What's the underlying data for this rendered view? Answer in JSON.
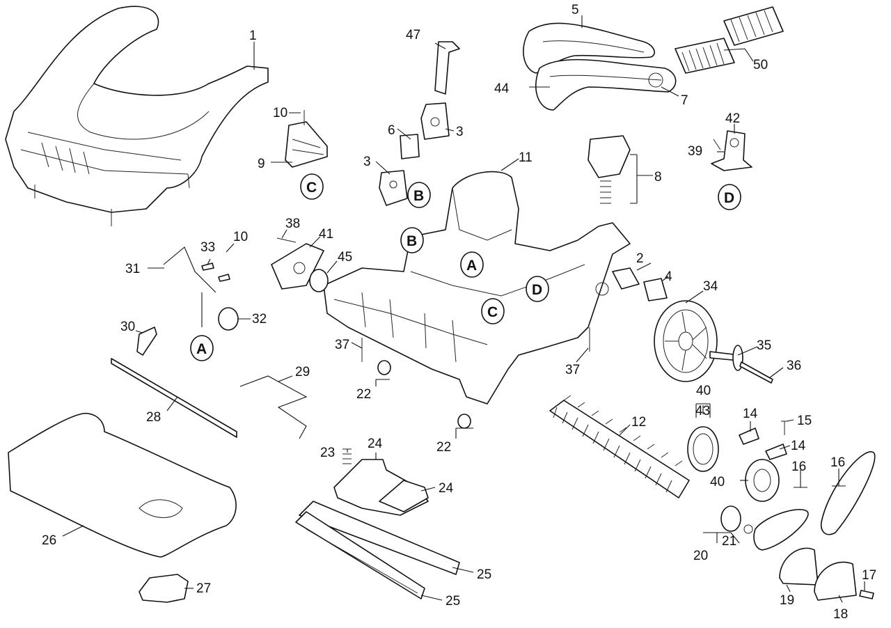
{
  "diagram": {
    "type": "exploded-parts-view",
    "callouts": [
      {
        "id": "c1",
        "text": "1"
      },
      {
        "id": "c2",
        "text": "2"
      },
      {
        "id": "c3a",
        "text": "3"
      },
      {
        "id": "c3b",
        "text": "3"
      },
      {
        "id": "c4",
        "text": "4"
      },
      {
        "id": "c5",
        "text": "5"
      },
      {
        "id": "c6",
        "text": "6"
      },
      {
        "id": "c7",
        "text": "7"
      },
      {
        "id": "c8",
        "text": "8"
      },
      {
        "id": "c9",
        "text": "9"
      },
      {
        "id": "c10a",
        "text": "10"
      },
      {
        "id": "c10b",
        "text": "10"
      },
      {
        "id": "c11",
        "text": "11"
      },
      {
        "id": "c12",
        "text": "12"
      },
      {
        "id": "c14a",
        "text": "14"
      },
      {
        "id": "c14b",
        "text": "14"
      },
      {
        "id": "c15",
        "text": "15"
      },
      {
        "id": "c16a",
        "text": "16"
      },
      {
        "id": "c16b",
        "text": "16"
      },
      {
        "id": "c17",
        "text": "17"
      },
      {
        "id": "c18",
        "text": "18"
      },
      {
        "id": "c19",
        "text": "19"
      },
      {
        "id": "c20",
        "text": "20"
      },
      {
        "id": "c21",
        "text": "21"
      },
      {
        "id": "c22a",
        "text": "22"
      },
      {
        "id": "c22b",
        "text": "22"
      },
      {
        "id": "c23",
        "text": "23"
      },
      {
        "id": "c24a",
        "text": "24"
      },
      {
        "id": "c24b",
        "text": "24"
      },
      {
        "id": "c25a",
        "text": "25"
      },
      {
        "id": "c25b",
        "text": "25"
      },
      {
        "id": "c26",
        "text": "26"
      },
      {
        "id": "c27",
        "text": "27"
      },
      {
        "id": "c28",
        "text": "28"
      },
      {
        "id": "c29",
        "text": "29"
      },
      {
        "id": "c30",
        "text": "30"
      },
      {
        "id": "c31",
        "text": "31"
      },
      {
        "id": "c32",
        "text": "32"
      },
      {
        "id": "c33",
        "text": "33"
      },
      {
        "id": "c34",
        "text": "34"
      },
      {
        "id": "c35",
        "text": "35"
      },
      {
        "id": "c36",
        "text": "36"
      },
      {
        "id": "c37a",
        "text": "37"
      },
      {
        "id": "c37b",
        "text": "37"
      },
      {
        "id": "c38",
        "text": "38"
      },
      {
        "id": "c39",
        "text": "39"
      },
      {
        "id": "c40a",
        "text": "40"
      },
      {
        "id": "c40b",
        "text": "40"
      },
      {
        "id": "c41",
        "text": "41"
      },
      {
        "id": "c42",
        "text": "42"
      },
      {
        "id": "c43",
        "text": "43"
      },
      {
        "id": "c44",
        "text": "44"
      },
      {
        "id": "c45",
        "text": "45"
      },
      {
        "id": "c47",
        "text": "47"
      },
      {
        "id": "c50",
        "text": "50"
      }
    ],
    "references": [
      {
        "id": "refA1",
        "letter": "A"
      },
      {
        "id": "refA2",
        "letter": "A"
      },
      {
        "id": "refB1",
        "letter": "B"
      },
      {
        "id": "refB2",
        "letter": "B"
      },
      {
        "id": "refC1",
        "letter": "C"
      },
      {
        "id": "refC2",
        "letter": "C"
      },
      {
        "id": "refD1",
        "letter": "D"
      },
      {
        "id": "refD2",
        "letter": "D"
      }
    ],
    "colors": {
      "line": "#111111",
      "background": "#ffffff"
    }
  }
}
